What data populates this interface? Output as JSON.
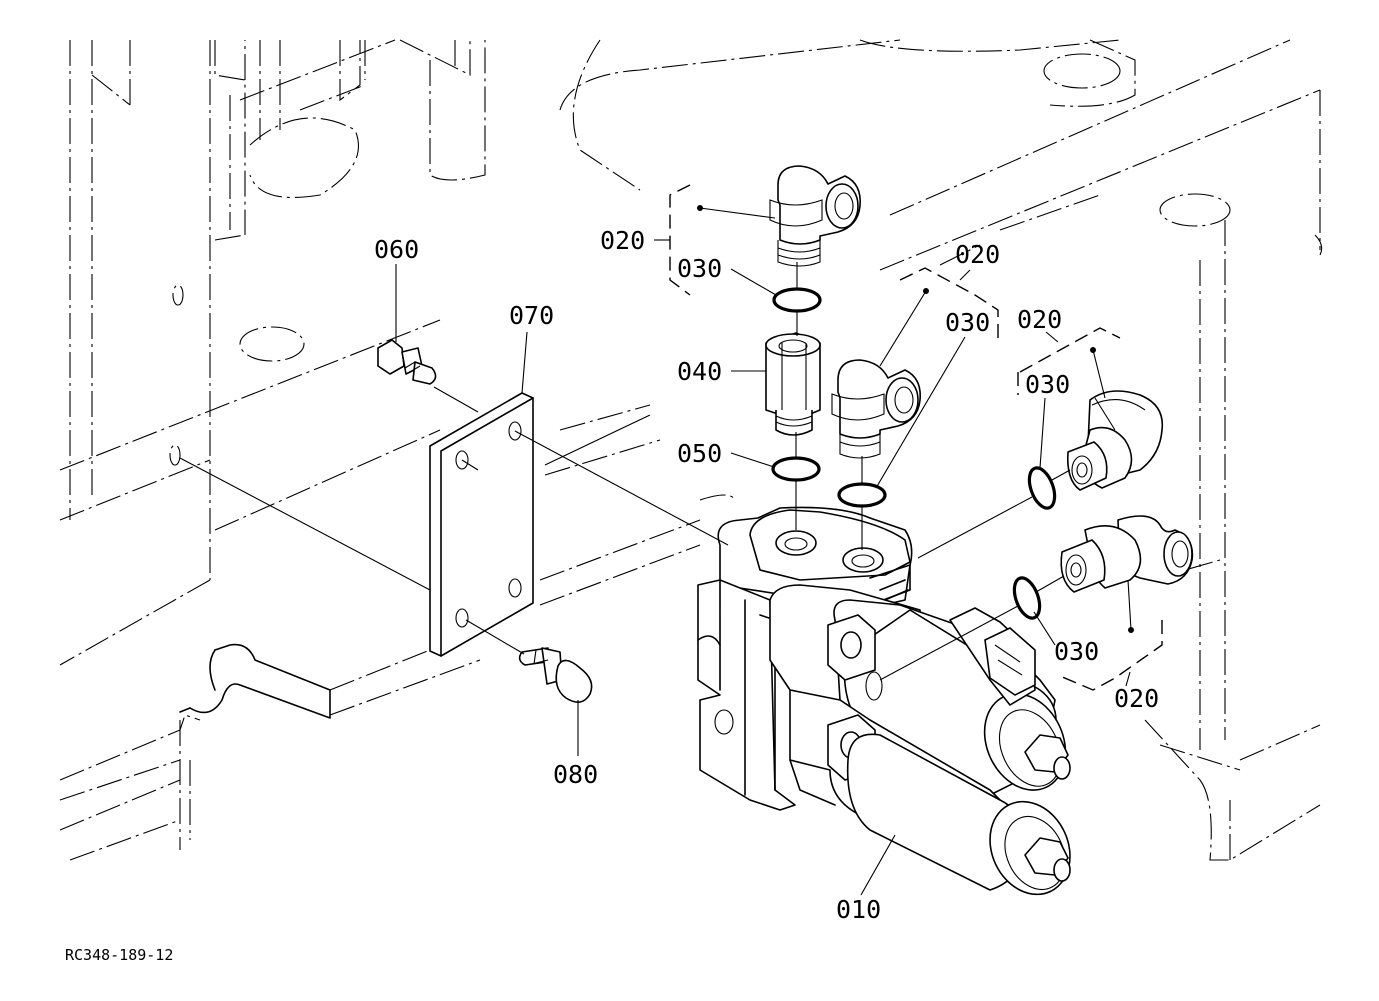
{
  "labels": {
    "p010": "010",
    "p020_top": "020",
    "p020_mid": "020",
    "p020_right": "020",
    "p020_bottom": "020",
    "p030_top": "030",
    "p030_mid": "030",
    "p030_right": "030",
    "p030_bottom": "030",
    "p040": "040",
    "p050": "050",
    "p060": "060",
    "p070": "070",
    "p080": "080"
  },
  "reference_code": "RC348-189-12"
}
